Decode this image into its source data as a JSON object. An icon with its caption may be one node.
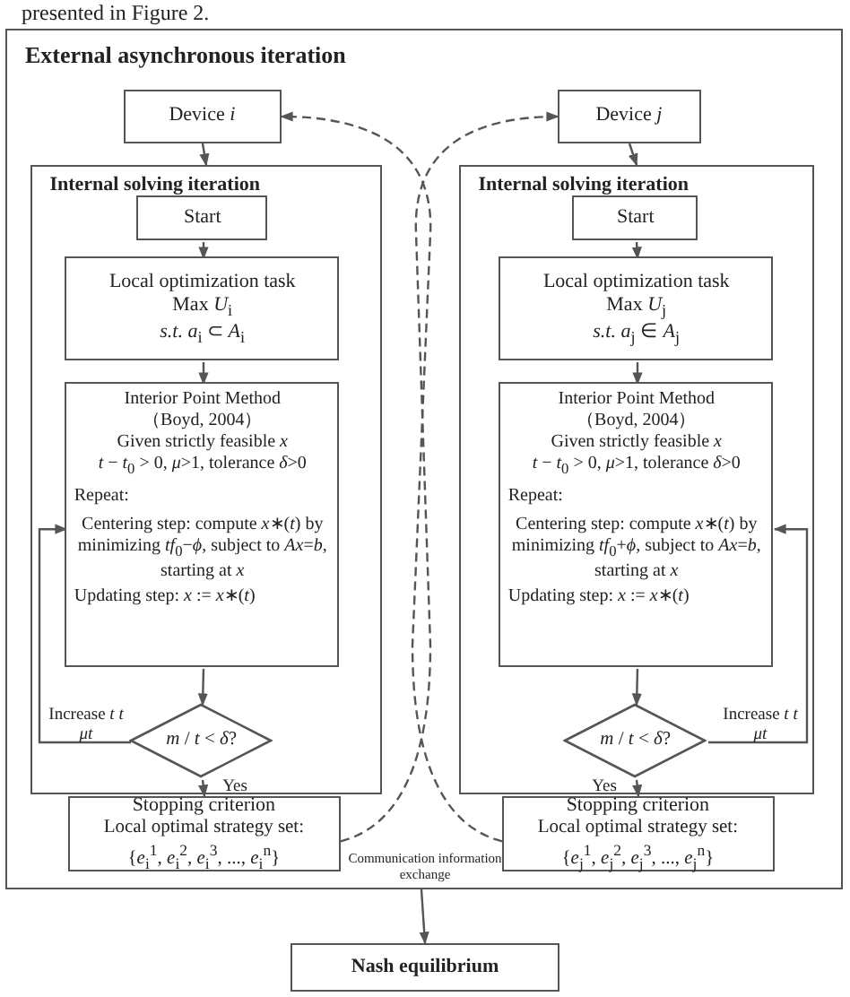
{
  "diagram": {
    "nodes": [
      {
        "text": [
          "External asynchronous iteration"
        ]
      },
      {
        "text": [
          "Device *i*"
        ],
        "in": 0
      },
      {
        "text": [
          "Internal solving iteration"
        ],
        "in": 0
      },
      {
        "text": [
          "Start"
        ],
        "in": 2
      },
      {
        "text": [
          "Local optimization task",
          "Max *U*$_{i}$",
          "*s.t. a*$_{i}$ ⊂ *A*$_{i}$"
        ],
        "in": 2
      },
      {
        "text": [
          "Interior Point Method",
          "（Boyd, 2004）",
          "Given strictly feasible *x*",
          "*t* − *t*$_{0}$ > 0, *μ*>1, tolerance *δ*>0",
          "Repeat:",
          "Centering step: compute *x*∗(*t*) by minimizing *tf*$_{0}$−*ϕ*, subject to *Ax*=*b*, starting at *x*",
          "Updating step: *x* := *x*∗(*t*)"
        ],
        "in": 2
      },
      {
        "text": [
          "*m* / *t* < *δ*?"
        ],
        "in": 2
      },
      {
        "text": [
          "Stopping criterion",
          "Local optimal strategy set:",
          "{*e*$_{i}$$^{1}$, *e*$_{i}$$^{2}$, *e*$_{i}$$^{3}$, ..., *e*$_{i}$$^{n}$}"
        ],
        "in": 0
      },
      {
        "text": [
          "Device *j*"
        ],
        "in": 0
      },
      {
        "text": [
          "Internal solving iteration"
        ],
        "in": 0
      },
      {
        "text": [
          "Start"
        ],
        "in": 9
      },
      {
        "text": [
          "Local optimization task",
          "Max *U*$_{j}$",
          "*s.t. a*$_{j}$ ∈ *A*$_{j}$"
        ],
        "in": 9
      },
      {
        "text": [
          "Interior Point Method",
          "（Boyd, 2004）",
          "Given strictly feasible *x*",
          "*t* − *t*$_{0}$ > 0, *μ*>1, tolerance *δ*>0",
          "Repeat:",
          "Centering step: compute *x*∗(*t*) by minimizing *tf*$_{0}$+*ϕ*, subject to *Ax*=*b*, starting at *x*",
          "Updating step: *x* := *x*∗(*t*)"
        ],
        "in": 9
      },
      {
        "text": [
          "*m* / *t* < *δ*?"
        ],
        "in": 9
      },
      {
        "text": [
          "Stopping criterion",
          "Local optimal strategy set:",
          "{*e*$_{j}$$^{1}$, *e*$_{j}$$^{2}$, *e*$_{j}$$^{3}$, ..., *e*$_{j}$$^{n}$}"
        ],
        "in": 0
      },
      {
        "text": [
          "Nash equilibrium"
        ]
      }
    ],
    "edges": [
      {
        "from": 1,
        "to": 2,
        "arrow": "to"
      },
      {
        "from": 3,
        "to": 4,
        "arrow": "to"
      },
      {
        "from": 4,
        "to": 5,
        "arrow": "to"
      },
      {
        "from": 5,
        "to": 6,
        "arrow": "to"
      },
      {
        "from": 6,
        "to": 5,
        "arrow": "to",
        "label": "Increase *t* *t* *μt*"
      },
      {
        "from": 6,
        "to": 7,
        "arrow": "to",
        "label": "Yes"
      },
      {
        "from": 8,
        "to": 9,
        "arrow": "to"
      },
      {
        "from": 10,
        "to": 11,
        "arrow": "to"
      },
      {
        "from": 11,
        "to": 12,
        "arrow": "to"
      },
      {
        "from": 12,
        "to": 13,
        "arrow": "to"
      },
      {
        "from": 13,
        "to": 12,
        "arrow": "to",
        "label": "Increase *t* *t* *μt*"
      },
      {
        "from": 13,
        "to": 14,
        "arrow": "to",
        "label": "Yes"
      },
      {
        "from": 7,
        "to": 8,
        "arrow": "to",
        "style": "dashed"
      },
      {
        "from": 14,
        "to": 1,
        "arrow": "to",
        "style": "dashed"
      },
      {
        "from": 0,
        "to": 15,
        "arrow": "to"
      }
    ],
    "labels": [
      "presented in Figure 2.",
      "Communication information exchange"
    ]
  }
}
